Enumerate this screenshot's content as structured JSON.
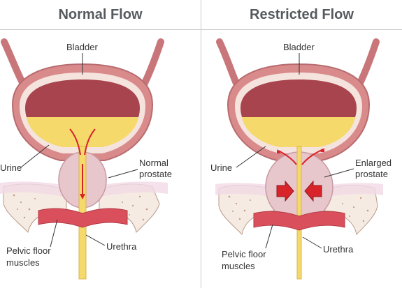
{
  "panels": [
    {
      "title": "Normal Flow",
      "labels": {
        "bladder": "Bladder",
        "urine": "Urine",
        "prostate_line1": "Normal",
        "prostate_line2": "prostate",
        "pelvic_line1": "Pelvic floor",
        "pelvic_line2": "muscles",
        "urethra": "Urethra"
      }
    },
    {
      "title": "Restricted Flow",
      "labels": {
        "bladder": "Bladder",
        "urine": "Urine",
        "prostate_line1": "Enlarged",
        "prostate_line2": "prostate",
        "pelvic_line1": "Pelvic floor",
        "pelvic_line2": "muscles",
        "urethra": "Urethra"
      }
    }
  ],
  "colors": {
    "heading": "#555a5e",
    "divider": "#c9c9c9",
    "bladder_wall": "#d98b8c",
    "bladder_inner": "#a8444d",
    "urine": "#f5d96a",
    "prostate": "#e8c7cc",
    "muscle": "#d9505c",
    "bone": "#f6ebe2",
    "flow_arrow": "#d8232a"
  }
}
